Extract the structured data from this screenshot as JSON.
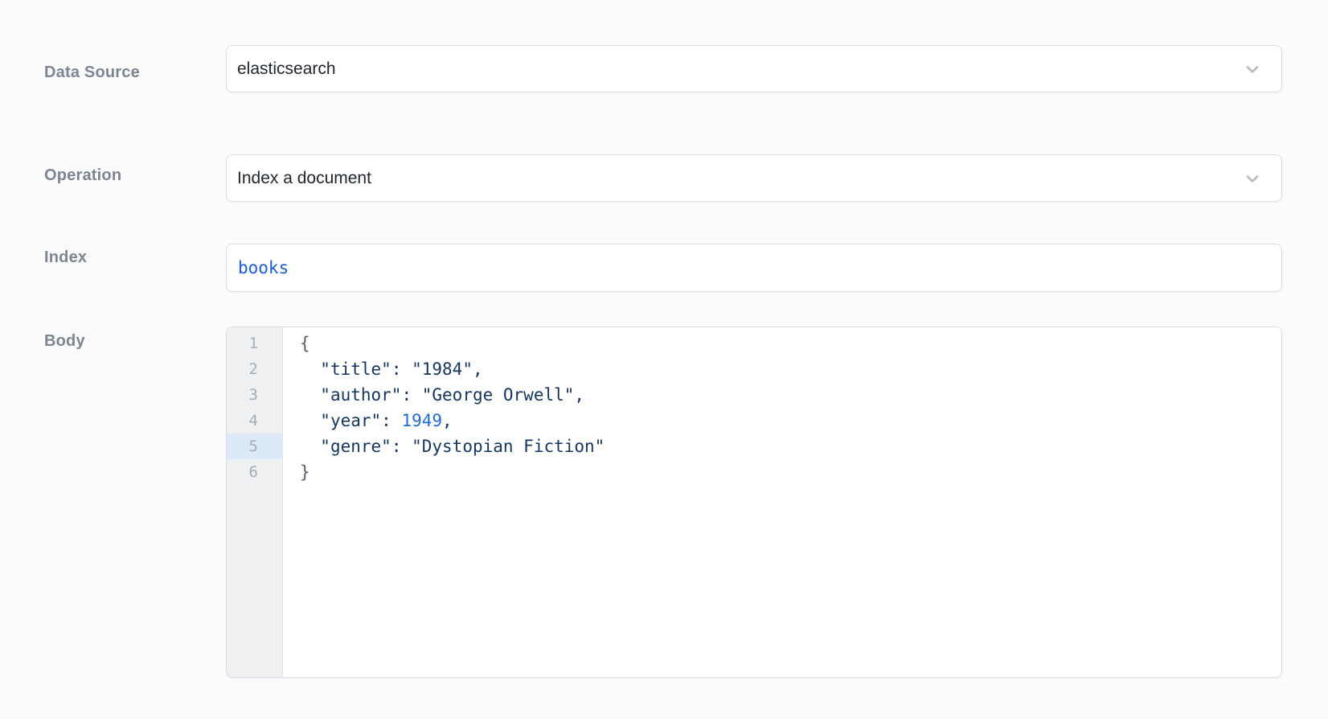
{
  "form": {
    "fields": [
      {
        "label": "Data Source",
        "type": "select",
        "value": "elasticsearch"
      },
      {
        "label": "Operation",
        "type": "select",
        "value": "Index a document"
      },
      {
        "label": "Index",
        "type": "text",
        "value": "books"
      },
      {
        "label": "Body",
        "type": "code-editor"
      }
    ]
  },
  "editor": {
    "active_line": 5,
    "line_numbers": [
      "1",
      "2",
      "3",
      "4",
      "5",
      "6"
    ],
    "text": "{\n  \"title\": \"1984\",\n  \"author\": \"George Orwell\",\n  \"year\": 1949,\n  \"genre\": \"Dystopian Fiction\"\n}",
    "lines": [
      {
        "tokens": [
          {
            "type": "brace",
            "text": "{"
          }
        ]
      },
      {
        "tokens": [
          {
            "type": "text",
            "text": "  "
          },
          {
            "type": "string",
            "text": "\"title\""
          },
          {
            "type": "delim",
            "text": ": "
          },
          {
            "type": "string",
            "text": "\"1984\""
          },
          {
            "type": "delim",
            "text": ","
          }
        ]
      },
      {
        "tokens": [
          {
            "type": "text",
            "text": "  "
          },
          {
            "type": "string",
            "text": "\"author\""
          },
          {
            "type": "delim",
            "text": ": "
          },
          {
            "type": "string",
            "text": "\"George Orwell\""
          },
          {
            "type": "delim",
            "text": ","
          }
        ]
      },
      {
        "tokens": [
          {
            "type": "text",
            "text": "  "
          },
          {
            "type": "string",
            "text": "\"year\""
          },
          {
            "type": "delim",
            "text": ": "
          },
          {
            "type": "number",
            "text": "1949"
          },
          {
            "type": "delim",
            "text": ","
          }
        ]
      },
      {
        "tokens": [
          {
            "type": "text",
            "text": "  "
          },
          {
            "type": "string",
            "text": "\"genre\""
          },
          {
            "type": "delim",
            "text": ": "
          },
          {
            "type": "string",
            "text": "\"Dystopian Fiction\""
          }
        ]
      },
      {
        "tokens": [
          {
            "type": "brace",
            "text": "}"
          }
        ]
      }
    ]
  },
  "colors": {
    "page_bg": "#fbfbfc",
    "field_border": "#dbdee6",
    "label_color": "#7d8591",
    "value_color": "#22272e",
    "expression_blue": "#1a5ed6",
    "string_color": "#14365e",
    "number_color": "#1f6dd0",
    "brace_color": "#555f6d",
    "gutter_bg": "#eff0f2",
    "gutter_num": "#a7acb4",
    "gutter_active_bg": "#dce9f9",
    "chevron_color": "#b3b9c3"
  }
}
